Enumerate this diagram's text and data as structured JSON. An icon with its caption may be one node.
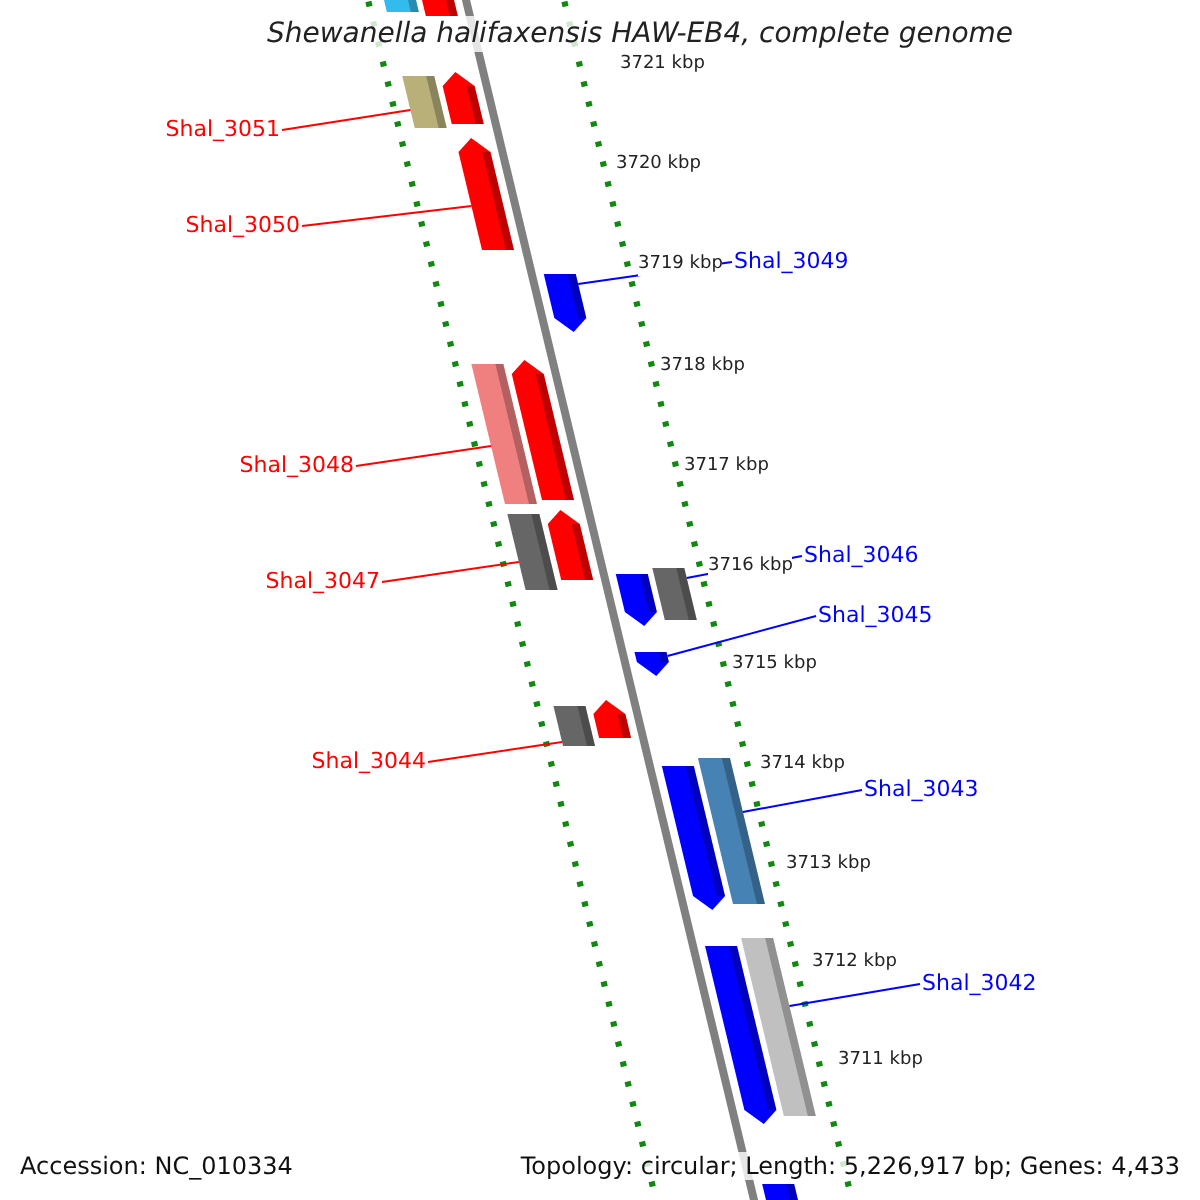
{
  "diagram": {
    "title": "Shewanella halifaxensis HAW-EB4, complete genome",
    "nodes": [
      {
        "text": [
          "Shal_3051"
        ]
      },
      {
        "text": [
          "Shal_3050"
        ]
      },
      {
        "text": [
          "Shal_3049"
        ]
      },
      {
        "text": [
          "Shal_3048"
        ]
      },
      {
        "text": [
          "Shal_3046"
        ]
      },
      {
        "text": [
          "Shal_3047"
        ]
      },
      {
        "text": [
          "Shal_3045"
        ]
      },
      {
        "text": [
          "Shal_3044"
        ]
      },
      {
        "text": [
          "Shal_3043"
        ]
      },
      {
        "text": [
          "Shal_3042"
        ]
      },
      {
        "text": [],
        "shape": "bar"
      },
      {
        "text": [],
        "shape": "bar"
      },
      {
        "text": [],
        "shape": "bar"
      },
      {
        "text": [],
        "shape": "bar"
      },
      {
        "text": [],
        "shape": "bar"
      },
      {
        "text": [],
        "shape": "bar"
      },
      {
        "text": [],
        "shape": "bar"
      },
      {
        "text": [],
        "shape": "bar"
      },
      {
        "text": [],
        "shape": "bar"
      },
      {
        "text": [],
        "shape": "bar"
      },
      {
        "text": [],
        "shape": "bar"
      },
      {
        "text": [],
        "shape": "bar"
      },
      {
        "text": [],
        "shape": "bar"
      },
      {
        "text": [],
        "shape": "bar"
      },
      {
        "text": [],
        "shape": "bar"
      },
      {
        "text": [],
        "shape": "bar"
      },
      {
        "text": [],
        "shape": "bar"
      },
      {
        "text": [],
        "shape": "bar"
      },
      {
        "text": [],
        "shape": "bar"
      },
      {
        "text": [],
        "shape": "bar"
      }
    ],
    "edges": [
      {
        "from": 0,
        "to": 12,
        "arrow": "none",
        "color": "#ff0000"
      },
      {
        "from": 1,
        "to": 14,
        "arrow": "none",
        "color": "#ff0000"
      },
      {
        "from": 2,
        "to": 15,
        "arrow": "none",
        "color": "#0000ff"
      },
      {
        "from": 3,
        "to": 16,
        "arrow": "none",
        "color": "#ff0000"
      },
      {
        "from": 4,
        "to": 21,
        "arrow": "none",
        "color": "#0000ff"
      },
      {
        "from": 5,
        "to": 18,
        "arrow": "none",
        "color": "#ff0000"
      },
      {
        "from": 6,
        "to": 22,
        "arrow": "none",
        "color": "#0000ff"
      },
      {
        "from": 7,
        "to": 23,
        "arrow": "none",
        "color": "#ff0000"
      },
      {
        "from": 8,
        "to": 26,
        "arrow": "none",
        "color": "#0000ff"
      },
      {
        "from": 9,
        "to": 28,
        "arrow": "none",
        "color": "#0000ff"
      }
    ],
    "labels": [
      "3721 kbp",
      "3720 kbp",
      "3719 kbp",
      "3718 kbp",
      "3717 kbp",
      "3716 kbp",
      "3715 kbp",
      "3714 kbp",
      "3713 kbp",
      "3712 kbp",
      "3711 kbp",
      "Accession: NC_010334",
      "Topology: circular; Length: 5,226,917 bp; Genes: 4,433"
    ]
  }
}
